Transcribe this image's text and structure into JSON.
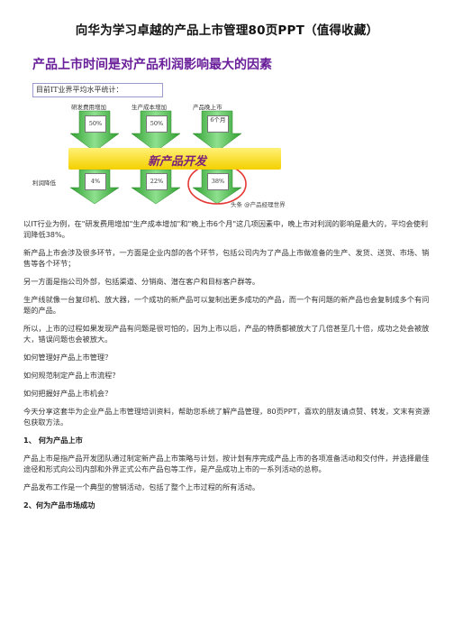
{
  "document": {
    "title": "向华为学习卓越的产品上市管理80页PPT（值得收藏）"
  },
  "slide": {
    "heading": "产品上市时间是对产品利润影响最大的因素",
    "subtitle": "目前IT业界平均水平统计：",
    "columns": [
      "研发费用增加",
      "生产成本增加",
      "产品晚上市"
    ],
    "top_values": [
      "50%",
      "50%",
      "6个月"
    ],
    "band_text": "新产品开发",
    "side_label": "利润降低",
    "bottom_values": [
      "4%",
      "22%",
      "38%"
    ],
    "credit": "头条 @产品经理世界",
    "colors": {
      "arrow": "#3fb83f",
      "band": "#f4d000",
      "heading": "#6a1f9a",
      "highlight_circle": "#e53935"
    }
  },
  "paragraphs": [
    "以IT行业为例，在\"研发费用增加\"生产成本增加\"和\"晚上市6个月\"这几项因素中，晚上市对利润的影响是最大的，平均会使利润降低38%。",
    "新产品上市会涉及很多环节，一方面是企业内部的各个环节，包括公司内为了产品上市做准备的生产、发货、送货、市场、销售等各个环节；",
    "另一方面是指公司外部，包括渠道、分销商、潜在客户和目标客户群等。",
    "生产线就像一台复印机、放大器，一个成功的新产品可以复制出更多成功的产品，而一个有问题的新产品也会复制成多个有问题的产品。",
    "所以，上市的过程如果发现产品有问题是很可怕的，因为上市以后，产品的特质都被放大了几倍甚至几十倍，成功之处会被放大，错误问题也会被放大。",
    "如何管理好产品上市管理？",
    "如何规范制定产品上市流程？",
    "如何把握好产品上市机会？",
    "今天分享这套华为企业产品上市管理培训资料，帮助您系统了解产品管理，80页PPT，喜欢的朋友请点赞、转发，文末有资源包获取方法。"
  ],
  "section1": {
    "heading": "1、 何为产品上市",
    "paragraphs": [
      "产品上市是指产品开发团队通过制定新产品上市策略与计划，按计划有序完成产品上市的各项准备活动和交付件，并选择最佳途径和形式向公司内部和外界正式公布产品包等工作，是产品成功上市的一系列活动的总称。",
      "产品发布工作是一个典型的营销活动，包括了整个上市过程的所有活动。"
    ]
  },
  "section2": {
    "heading": "2、何为产品市场成功"
  }
}
